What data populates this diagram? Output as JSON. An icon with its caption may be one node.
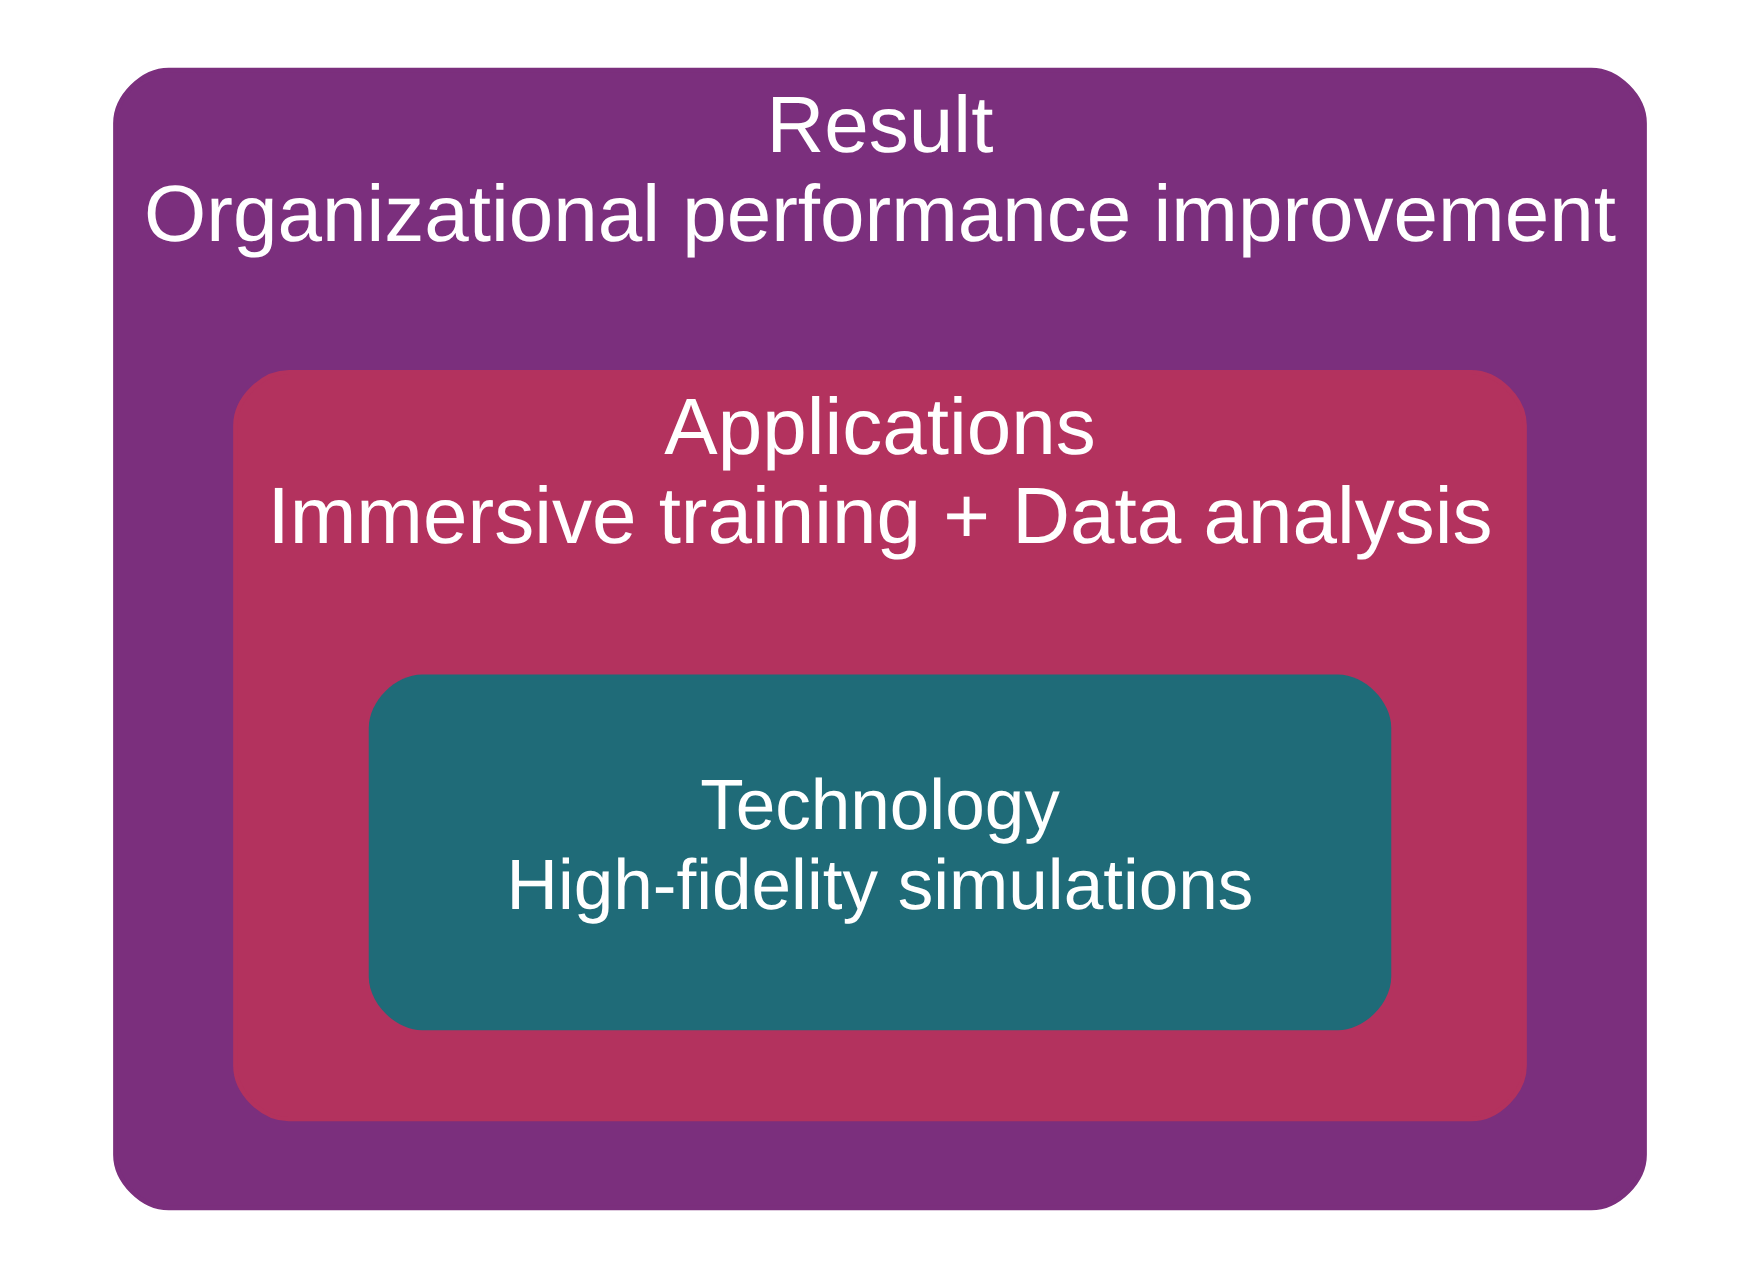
{
  "diagram": {
    "nodes": [
      {
        "text": [
          "Result",
          "Organizational performance improvement"
        ]
      },
      {
        "text": [
          "Applications",
          "Immersive training + Data analysis"
        ],
        "in": 0
      },
      {
        "text": [
          "Technology",
          "High-fidelity simulations"
        ],
        "in": 1
      }
    ]
  }
}
